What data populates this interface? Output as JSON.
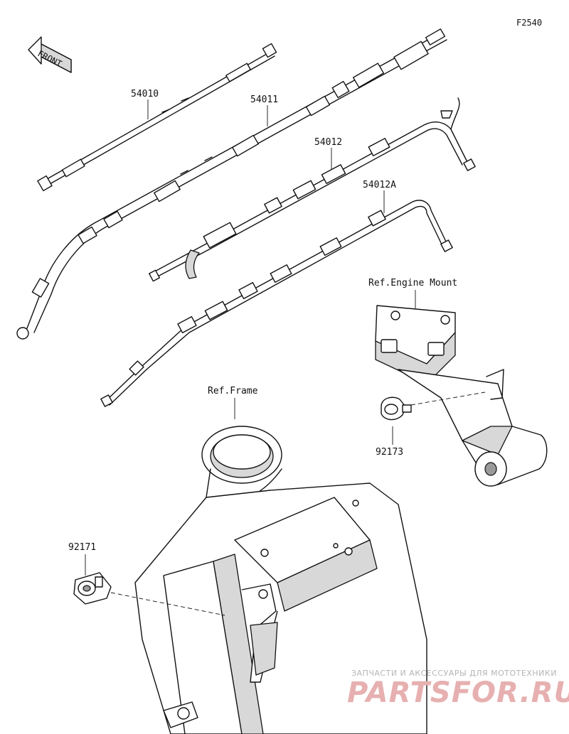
{
  "figure_code": "F2540",
  "front_label": "FRONT",
  "parts": [
    {
      "number": "54010"
    },
    {
      "number": "54011"
    },
    {
      "number": "54012"
    },
    {
      "number": "54012A"
    },
    {
      "number": "92173"
    },
    {
      "number": "92171"
    }
  ],
  "references": {
    "engine_mount": "Ref.Engine Mount",
    "frame": "Ref.Frame"
  },
  "watermark": {
    "top": "ЗАПЧАСТИ И АКСЕССУАРЫ ДЛЯ МОТОТЕХНИКИ",
    "brand": "PARTSFOR.RU"
  },
  "colors": {
    "line": "#111111",
    "watermark_text": "#b5b5b5",
    "watermark_brand": "#e7b0b0"
  }
}
